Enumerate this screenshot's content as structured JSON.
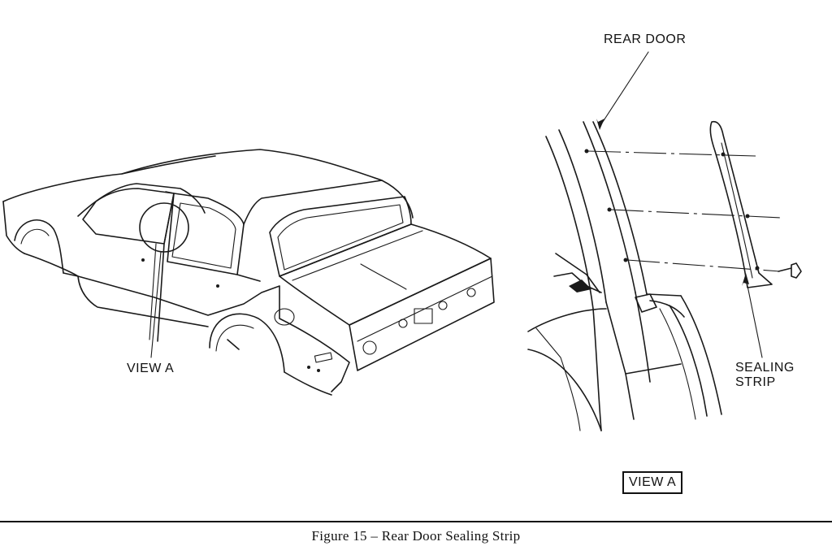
{
  "labels": {
    "rear_door": "REAR DOOR",
    "view_a_callout": "VIEW A",
    "sealing_line1": "SEALING",
    "sealing_line2": "STRIP",
    "view_a_box": "VIEW A"
  },
  "caption": "Figure 15 – Rear Door Sealing Strip"
}
